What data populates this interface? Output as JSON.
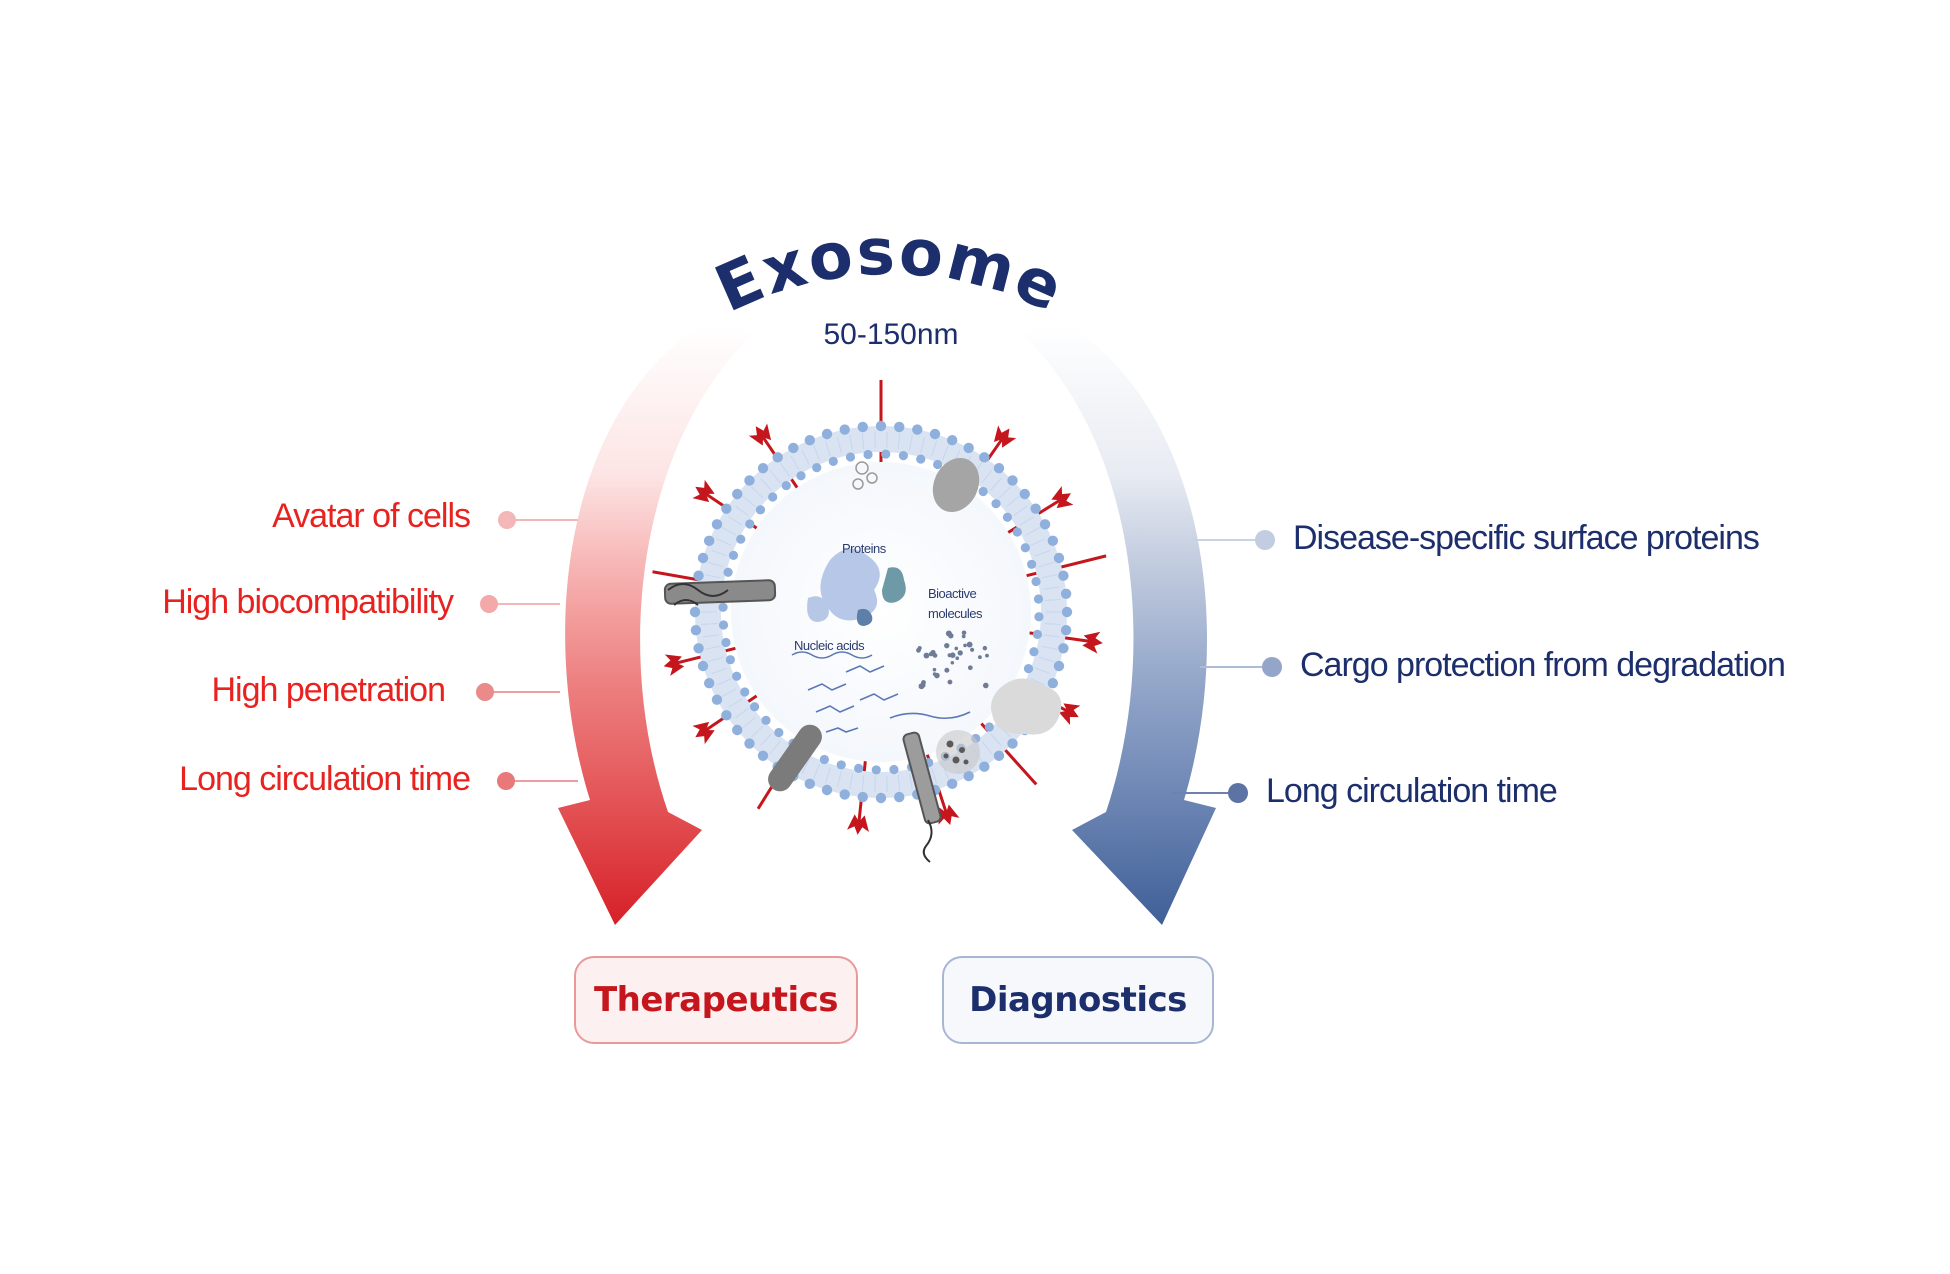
{
  "title": "Exosome",
  "size_label": "50-150nm",
  "left_features": [
    "Avatar of cells",
    "High biocompatibility",
    "High penetration",
    "Long circulation time"
  ],
  "right_features": [
    "Disease-specific surface proteins",
    "Cargo protection from degradation",
    "Long circulation time"
  ],
  "cargo_labels": {
    "proteins": "Proteins",
    "bioactive_line1": "Bioactive",
    "bioactive_line2": "molecules",
    "nucleic_acids": "Nucleic acids"
  },
  "outcomes": {
    "therapeutics": "Therapeutics",
    "diagnostics": "Diagnostics"
  },
  "colors": {
    "therapeutic": "#e8231f",
    "diagnostic": "#1c2e6b",
    "membrane": "#8fb0dc"
  }
}
